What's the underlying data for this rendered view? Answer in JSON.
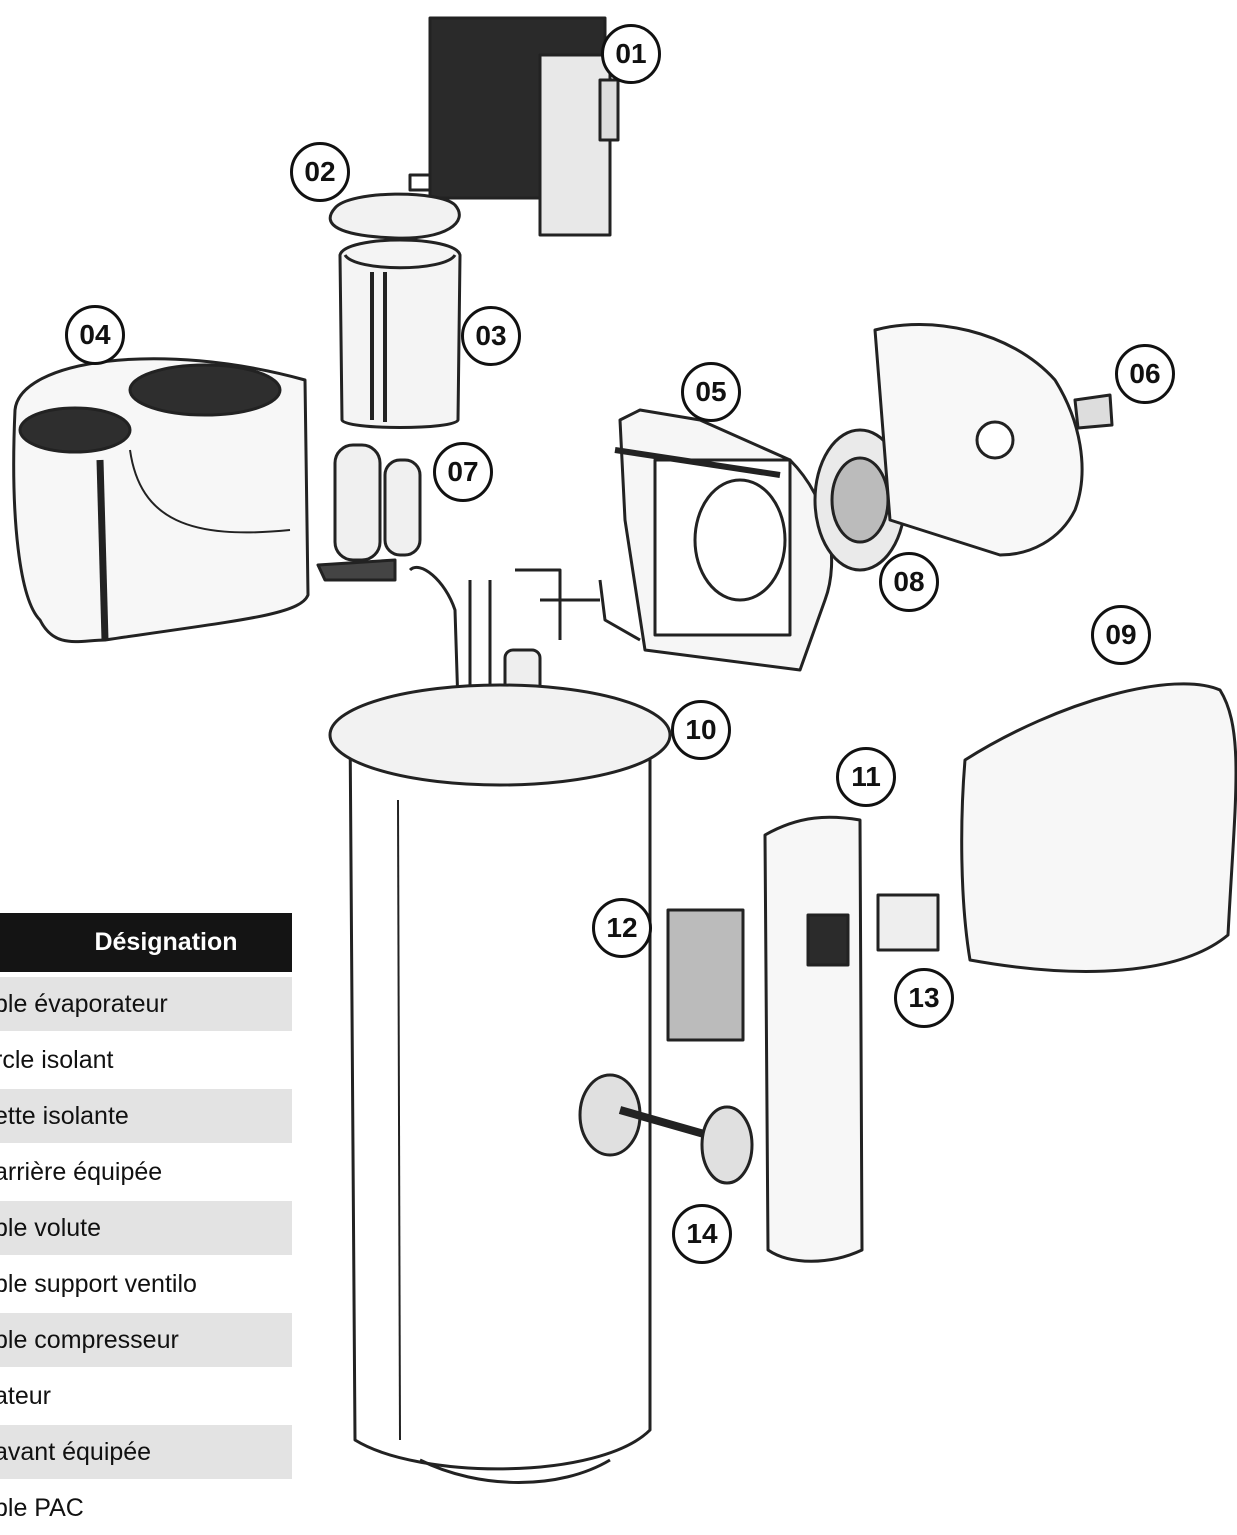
{
  "callouts": [
    {
      "id": "c01",
      "label": "01"
    },
    {
      "id": "c02",
      "label": "02"
    },
    {
      "id": "c03",
      "label": "03"
    },
    {
      "id": "c04",
      "label": "04"
    },
    {
      "id": "c05",
      "label": "05"
    },
    {
      "id": "c06",
      "label": "06"
    },
    {
      "id": "c07",
      "label": "07"
    },
    {
      "id": "c08",
      "label": "08"
    },
    {
      "id": "c09",
      "label": "09"
    },
    {
      "id": "c10",
      "label": "10"
    },
    {
      "id": "c11",
      "label": "11"
    },
    {
      "id": "c12",
      "label": "12"
    },
    {
      "id": "c13",
      "label": "13"
    },
    {
      "id": "c14",
      "label": "14"
    }
  ],
  "legend": {
    "header": "Désignation",
    "rows": [
      "ble évaporateur",
      "rcle isolant",
      "ette isolante",
      "arrière équipée",
      "ble volute",
      "ble support ventilo",
      "ble compresseur",
      "ateur",
      "avant équipée",
      "ble PAC"
    ]
  },
  "colors": {
    "ink": "#111111",
    "shade": "#e3e3e3",
    "header": "#141414"
  }
}
